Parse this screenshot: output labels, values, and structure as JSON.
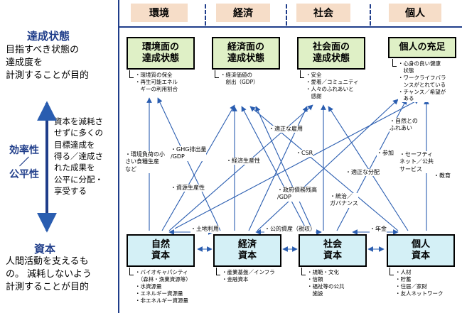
{
  "headers": [
    "環境",
    "経済",
    "社会",
    "個人"
  ],
  "left": {
    "top_title": "達成状態",
    "top_desc": "目指すべき状態の\n達成度を\n計測することが目的",
    "middle_title_1": "効率性",
    "middle_title_sep": "／",
    "middle_title_2": "公平性",
    "middle_desc": "資本を減耗さ\nせずに多くの\n目標達成を\n得る／達成さ\nれた成果を\n公平に分配・\n享受する",
    "bottom_title": "資本",
    "bottom_desc": "人間活動を支えるも\nの。 減耗しないよう\n計測することが目的"
  },
  "states": [
    {
      "title": "環境面の\n達成状態",
      "items": "・環境質の保全\n・再生可能エネル\n　ギーの利用割合"
    },
    {
      "title": "経済面の\n達成状態",
      "items": "・経済価値の\n　創出（GDP）"
    },
    {
      "title": "社会面の\n達成状態",
      "items": "・安全\n・愛着／コミュニティ\n・人々のふれあいと\n　感謝"
    },
    {
      "title": "個人の充足",
      "items": "・心身の良い健康\n　状態\n・ワークライフバラ\n　ンスがとれている\n・チャンス／希望が\n　ある"
    }
  ],
  "capitals": [
    {
      "title": "自然\n資本",
      "items": "・バイオキャパシティ\n　（森林・漁業資源等）\n・水資源量\n・エネルギー資源量\n・非エネルギー資源量"
    },
    {
      "title": "経済\n資本",
      "items": "・産業基盤／インフラ\n・金融資本"
    },
    {
      "title": "社会\n資本",
      "items": "・規範・文化\n・信頼\n・福祉等の公共\n　施設"
    },
    {
      "title": "個人\n資本",
      "items": "・人材\n・貯蓄\n・住居／家財\n・友人ネットワーク"
    }
  ],
  "indicators": {
    "env_burden": "・環境負荷の小\nさい食糧生産\nなど",
    "ghg": "・GHG排出量\n/GDP",
    "resource": "・資源生産性",
    "econ_prod": "・経済生産性",
    "employment": "・適正な雇用",
    "csr": "・CSR",
    "debt": "・政府債務残高\n/GDP",
    "distribution": "・適正な分配",
    "governance": "・統治／\nガバナンス",
    "participation": "・参加",
    "safety_net": "・セーフティ\nネット／公共\nサービス",
    "nature_contact": "・自然との\nふれあい",
    "education": "・教育",
    "land_use": "・土地利用",
    "public_assets": "・公的資産（税収）",
    "pension": "・年金"
  }
}
